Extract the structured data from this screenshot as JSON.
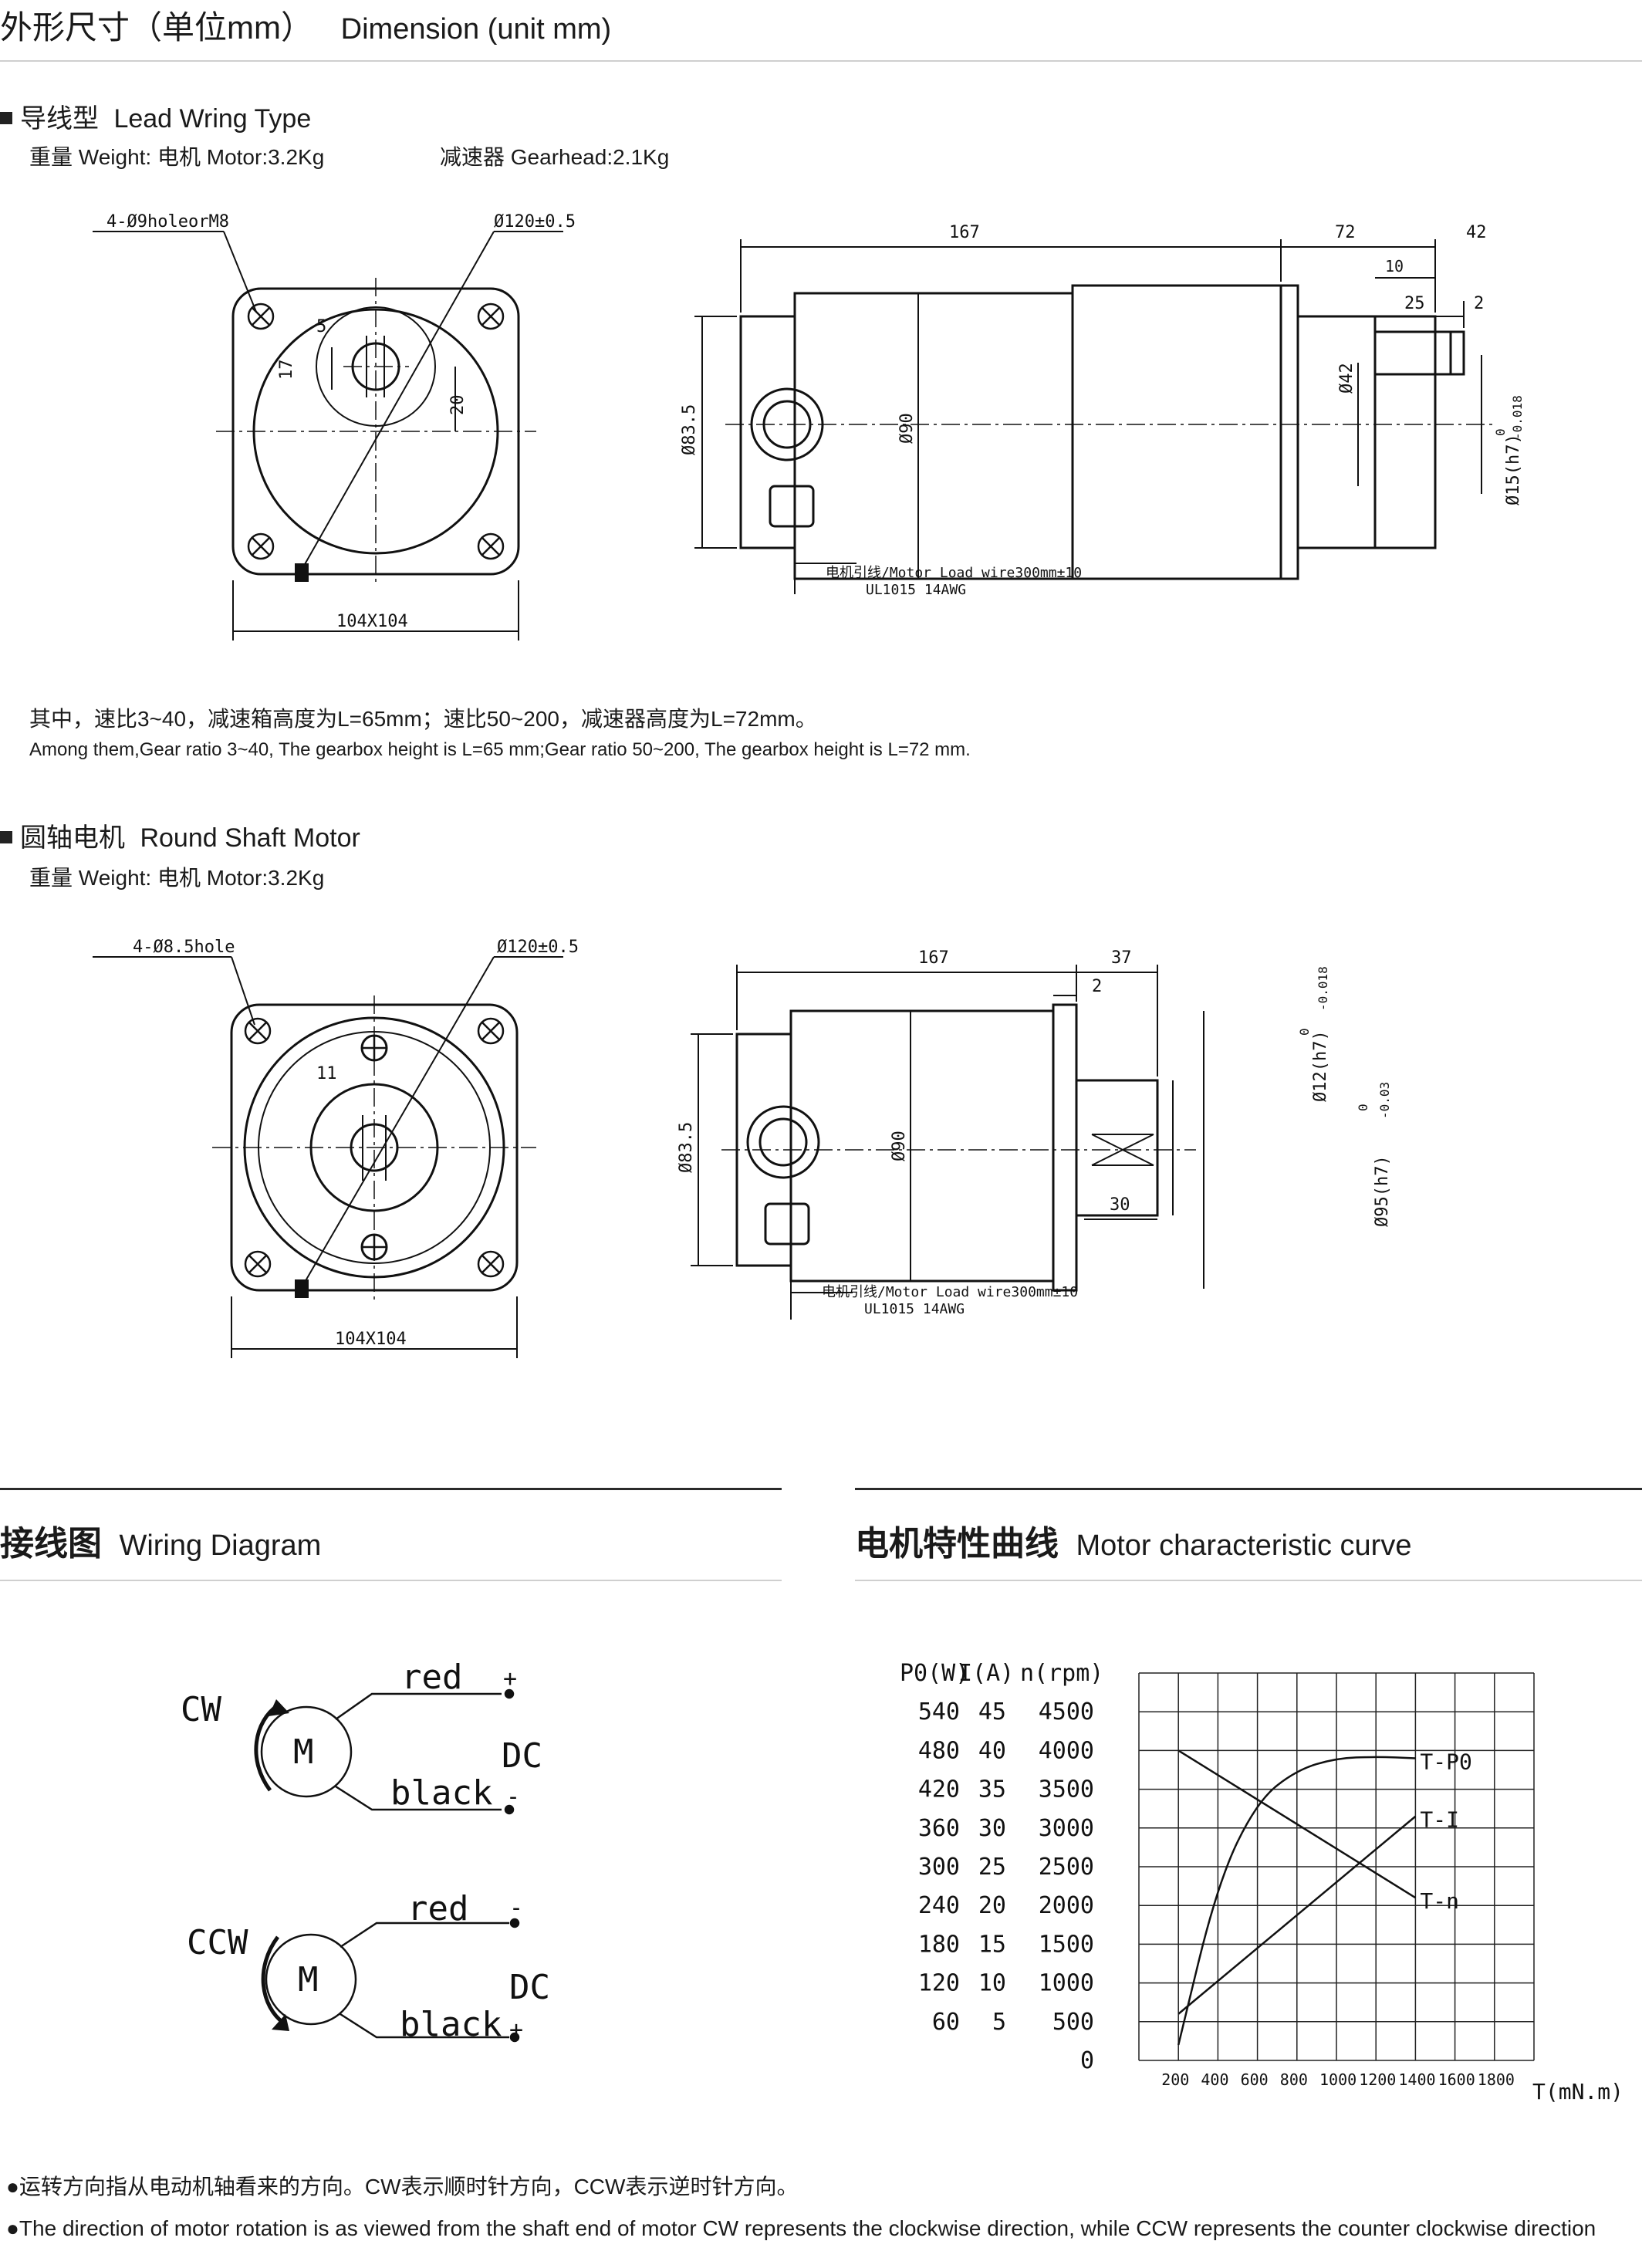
{
  "header": {
    "title_cn": "外形尺寸（单位mm）",
    "title_en": "Dimension (unit mm)"
  },
  "lead_section": {
    "heading_cn": "导线型",
    "heading_en": "Lead Wring Type",
    "weight": "重量 Weight:  电机 Motor:3.2Kg",
    "gearhead": "减速器 Gearhead:2.1Kg",
    "front": {
      "hole_label": "4-Ø9holeorM8",
      "pcd_label": "Ø120±0.5",
      "key_width": "5",
      "key_depth": "17",
      "shaft_off": "20",
      "size": "104X104"
    },
    "side": {
      "len_motor": "167",
      "len_gear": "72",
      "len_shaft": "42",
      "boss": "10",
      "key_len": "25",
      "end": "2",
      "dia_body": "Ø90",
      "dia_box": "Ø83.5",
      "dia_boss": "Ø42",
      "dia_shaft": "Ø15(h7)",
      "tol_up": "0",
      "tol_down": "-0.018",
      "wire1": "电机引线/Motor Load wire300mm±10",
      "wire2": "UL1015 14AWG"
    },
    "note_cn": "其中，速比3~40，减速箱高度为L=65mm；速比50~200，减速器高度为L=72mm。",
    "note_en": "Among them,Gear ratio 3~40, The gearbox height is L=65 mm;Gear ratio 50~200, The gearbox height is L=72 mm."
  },
  "round_section": {
    "heading_cn": "圆轴电机",
    "heading_en": "Round Shaft Motor",
    "weight": "重量 Weight:  电机 Motor:3.2Kg",
    "front": {
      "hole_label": "4-Ø8.5hole",
      "pcd_label": "Ø120±0.5",
      "shaft_w": "11",
      "size": "104X104"
    },
    "side": {
      "len_motor": "167",
      "len_shaft": "37",
      "end": "2",
      "flat": "30",
      "dia_box": "Ø83.5",
      "dia_body": "Ø90",
      "dia_shaft": "Ø12(h7)",
      "tol_up": "0",
      "tol_down": "-0.018",
      "dia_pilot": "Ø95(h7)",
      "pilot_up": "0",
      "pilot_down": "-0.03",
      "wire1": "电机引线/Motor Load wire300mm±10",
      "wire2": "UL1015 14AWG"
    }
  },
  "wiring": {
    "title_cn": "接线图",
    "title_en": "Wiring Diagram",
    "cw": {
      "dir": "CW",
      "motor": "M",
      "top": "red",
      "bottom": "black",
      "sup": "DC",
      "plus": "+",
      "minus": "-"
    },
    "ccw": {
      "dir": "CCW",
      "motor": "M",
      "top": "red",
      "bottom": "black",
      "sup": "DC",
      "top_sign": "-",
      "bottom_sign": "+"
    }
  },
  "curve": {
    "title_cn": "电机特性曲线",
    "title_en": "Motor characteristic curve",
    "chart_data": {
      "type": "line",
      "title": "",
      "xlabel": "T(mN.m)",
      "axis_headers": [
        "P0(W)",
        "I(A)",
        "n(rpm)"
      ],
      "x_ticks": [
        200,
        400,
        600,
        800,
        1000,
        1200,
        1400,
        1600,
        1800
      ],
      "p0_ticks": [
        540,
        480,
        420,
        360,
        300,
        240,
        180,
        120,
        60
      ],
      "i_ticks": [
        45,
        40,
        35,
        30,
        25,
        20,
        15,
        10,
        5
      ],
      "n_ticks": [
        4500,
        4000,
        3500,
        3000,
        2500,
        2000,
        1500,
        1000,
        500,
        0
      ],
      "xlim": [
        0,
        2000
      ],
      "nlim": [
        0,
        5000
      ],
      "grid": true,
      "series": [
        {
          "name": "T-P0",
          "axis": "n",
          "x": [
            200,
            400,
            600,
            800,
            1000,
            1200,
            1400
          ],
          "y": [
            200,
            2300,
            3350,
            3750,
            3900,
            3920,
            3900
          ]
        },
        {
          "name": "T-I",
          "axis": "n",
          "x": [
            200,
            1400
          ],
          "y": [
            600,
            3150
          ]
        },
        {
          "name": "T-n",
          "axis": "n",
          "x": [
            200,
            1400
          ],
          "y": [
            4000,
            2100
          ]
        }
      ]
    }
  },
  "footer": {
    "note_cn": "运转方向指从电动机轴看来的方向。CW表示顺时针方向，CCW表示逆时针方向。",
    "note_en": "The direction of motor rotation is as viewed from the shaft end of motor CW represents the clockwise direction, while CCW represents the counter clockwise direction"
  }
}
